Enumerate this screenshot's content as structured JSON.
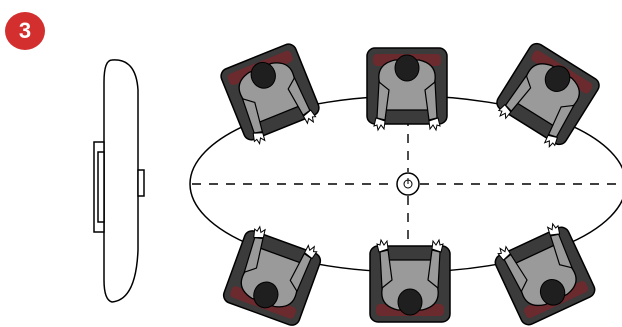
{
  "step": {
    "number": "3",
    "color": "#d32f2f"
  },
  "colors": {
    "chair_seat": "#3b3b3b",
    "chair_cushion": "#6a2a2e",
    "person_body": "#9a9a9a",
    "person_head": "#1f1f1f",
    "person_head_alt": "#4a3a2a",
    "outline": "#000000",
    "table_fill": "#ffffff"
  },
  "diagram": {
    "device_side_view": "device-side-profile",
    "center_device": "conference-microphone-icon",
    "seats": [
      "top-left",
      "top-center",
      "top-right",
      "bottom-left",
      "bottom-center",
      "bottom-right"
    ]
  }
}
